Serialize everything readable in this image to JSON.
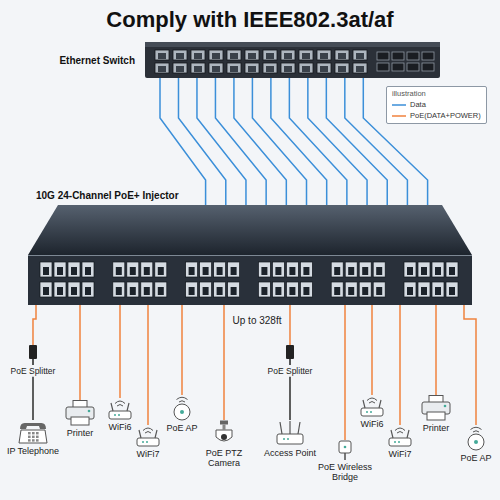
{
  "diagram": {
    "title": "Comply with IEEE802.3at/af",
    "nodes": [
      {
        "text": [
          "Ethernet Switch"
        ]
      },
      {
        "text": [
          "10G 24-Channel PoE+ Injector"
        ]
      },
      {
        "text": [
          "PoE Splitter"
        ]
      },
      {
        "text": [
          "IP Telephone"
        ]
      },
      {
        "text": [
          "Printer"
        ]
      },
      {
        "text": [
          "WiFi6"
        ]
      },
      {
        "text": [
          "WiFi7"
        ]
      },
      {
        "text": [
          "PoE AP"
        ]
      },
      {
        "text": [
          "PoE PTZ Camera"
        ]
      },
      {
        "text": [
          "PoE Splitter"
        ]
      },
      {
        "text": [
          "Access Point"
        ]
      },
      {
        "text": [
          "PoE Wireless Bridge"
        ]
      },
      {
        "text": [
          "WiFi6"
        ]
      },
      {
        "text": [
          "WiFi7"
        ]
      },
      {
        "text": [
          "Printer"
        ]
      },
      {
        "text": [
          "PoE AP"
        ]
      }
    ],
    "edges": [
      {
        "from": 0,
        "to": 1,
        "arrow": "none"
      },
      {
        "from": 0,
        "to": 1,
        "arrow": "none"
      },
      {
        "from": 0,
        "to": 1,
        "arrow": "none"
      },
      {
        "from": 0,
        "to": 1,
        "arrow": "none"
      },
      {
        "from": 0,
        "to": 1,
        "arrow": "none"
      },
      {
        "from": 0,
        "to": 1,
        "arrow": "none"
      },
      {
        "from": 0,
        "to": 1,
        "arrow": "none"
      },
      {
        "from": 0,
        "to": 1,
        "arrow": "none"
      },
      {
        "from": 0,
        "to": 1,
        "arrow": "none"
      },
      {
        "from": 0,
        "to": 1,
        "arrow": "none"
      },
      {
        "from": 0,
        "to": 1,
        "arrow": "none"
      },
      {
        "from": 0,
        "to": 1,
        "arrow": "none"
      },
      {
        "from": 1,
        "to": 2,
        "arrow": "none"
      },
      {
        "from": 2,
        "to": 3,
        "arrow": "none"
      },
      {
        "from": 1,
        "to": 4,
        "arrow": "none"
      },
      {
        "from": 1,
        "to": 5,
        "arrow": "none"
      },
      {
        "from": 1,
        "to": 6,
        "arrow": "none"
      },
      {
        "from": 1,
        "to": 7,
        "arrow": "none"
      },
      {
        "from": 1,
        "to": 8,
        "arrow": "none"
      },
      {
        "from": 1,
        "to": 9,
        "arrow": "none"
      },
      {
        "from": 9,
        "to": 10,
        "arrow": "none"
      },
      {
        "from": 1,
        "to": 11,
        "arrow": "none"
      },
      {
        "from": 1,
        "to": 12,
        "arrow": "none"
      },
      {
        "from": 1,
        "to": 13,
        "arrow": "none"
      },
      {
        "from": 1,
        "to": 14,
        "arrow": "none"
      },
      {
        "from": 1,
        "to": 15,
        "arrow": "none"
      }
    ],
    "labels": [
      "illustration",
      "Up to 328ft"
    ],
    "legend": [
      {
        "text": "Data"
      },
      {
        "text": "PoE(DATA+POWER)"
      }
    ]
  }
}
